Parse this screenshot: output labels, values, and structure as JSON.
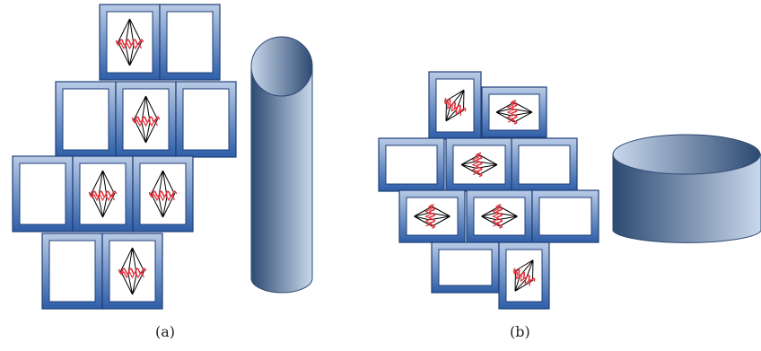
{
  "panels": [
    {
      "id": "a",
      "label": "(a)",
      "cells": [
        {
          "row": 0,
          "col": 0,
          "motif": "vertical"
        },
        {
          "row": 0,
          "col": 1,
          "motif": "none"
        },
        {
          "row": 1,
          "col": 0,
          "motif": "none"
        },
        {
          "row": 1,
          "col": 1,
          "motif": "vertical"
        },
        {
          "row": 1,
          "col": 2,
          "motif": "none"
        },
        {
          "row": 2,
          "col": 0,
          "motif": "none"
        },
        {
          "row": 2,
          "col": 1,
          "motif": "vertical"
        },
        {
          "row": 2,
          "col": 2,
          "motif": "vertical"
        },
        {
          "row": 3,
          "col": 0,
          "motif": "none"
        },
        {
          "row": 3,
          "col": 1,
          "motif": "vertical"
        }
      ],
      "cylinder": "tall"
    },
    {
      "id": "b",
      "label": "(b)",
      "cells": [
        {
          "row": 0,
          "col": 0,
          "motif": "tilted"
        },
        {
          "row": 0,
          "col": 1,
          "motif": "horizontal"
        },
        {
          "row": 1,
          "col": 0,
          "motif": "none"
        },
        {
          "row": 1,
          "col": 1,
          "motif": "horizontal"
        },
        {
          "row": 1,
          "col": 2,
          "motif": "none"
        },
        {
          "row": 2,
          "col": 0,
          "motif": "horizontal"
        },
        {
          "row": 2,
          "col": 1,
          "motif": "horizontal"
        },
        {
          "row": 2,
          "col": 2,
          "motif": "none"
        },
        {
          "row": 3,
          "col": 0,
          "motif": "none"
        },
        {
          "row": 3,
          "col": 1,
          "motif": "tilted"
        }
      ],
      "cylinder": "short"
    }
  ],
  "colors": {
    "frame_light": "#b9cbe6",
    "frame_dark": "#2e5ea8",
    "frame_edge": "#1f3f78",
    "wave": "#e0303a",
    "cyl_dark": "#2d4a72",
    "cyl_light": "#c9d8ec"
  }
}
